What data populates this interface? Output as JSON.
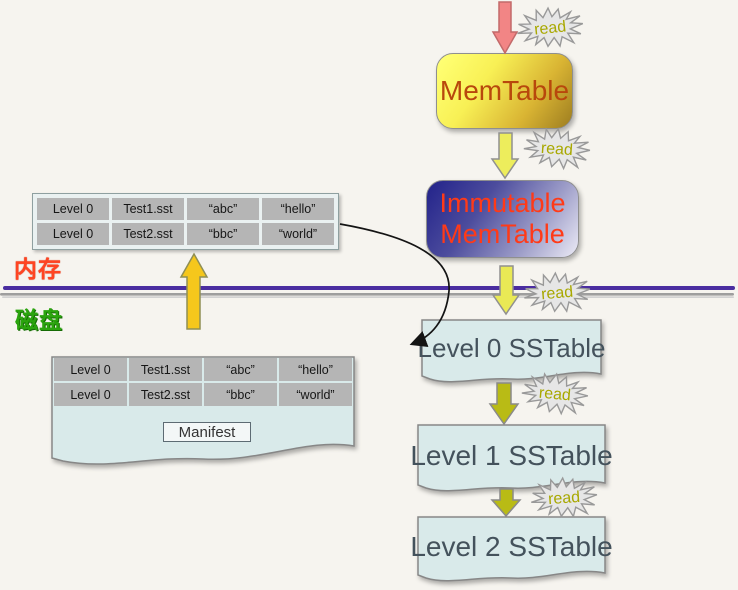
{
  "labels": {
    "memory": "内存",
    "disk": "磁盘"
  },
  "read_label": "read",
  "nodes": {
    "memtable": "MemTable",
    "immutable_line1": "Immutable",
    "immutable_line2": "MemTable",
    "sstable_l0": "Level 0 SSTable",
    "sstable_l1": "Level 1 SSTable",
    "sstable_l2": "Level 2 SSTable",
    "manifest": "Manifest"
  },
  "memory_table": {
    "rows": [
      [
        "Level 0",
        "Test1.sst",
        "“abc”",
        "“hello”"
      ],
      [
        "Level 0",
        "Test2.sst",
        "“bbc”",
        "“world”"
      ]
    ]
  },
  "disk_table": {
    "rows": [
      [
        "Level 0",
        "Test1.sst",
        "“abc”",
        "“hello”"
      ],
      [
        "Level 0",
        "Test2.sst",
        "“bbc”",
        "“world”"
      ]
    ]
  },
  "colors": {
    "background": "#f6f4ef",
    "divider_purple": "#4a2da0",
    "divider_gray": "#9e9e9e",
    "read_entry_arrow": "#f28585",
    "yellow_arrow": "#eded5c",
    "olive_arrow": "#b9bb15",
    "gold_up_arrow": "#f5c71c",
    "memtable_gradient_start": "#ffff72",
    "memtable_gradient_end": "#9d7d20",
    "immutable_gradient_start": "#22228a",
    "immutable_gradient_end": "#ecebf6",
    "memtable_text": "#b8480c",
    "immutable_text": "#ff3a18",
    "sstable_fill": "#d9eaea",
    "sstable_text": "#44525c",
    "table_cell_bg": "#b5b5b5",
    "memory_label_color": "#ff4422",
    "disk_label_color": "#2ba50e",
    "burst_fill": "#e6e6e6",
    "read_text_color": "#a8a800"
  }
}
